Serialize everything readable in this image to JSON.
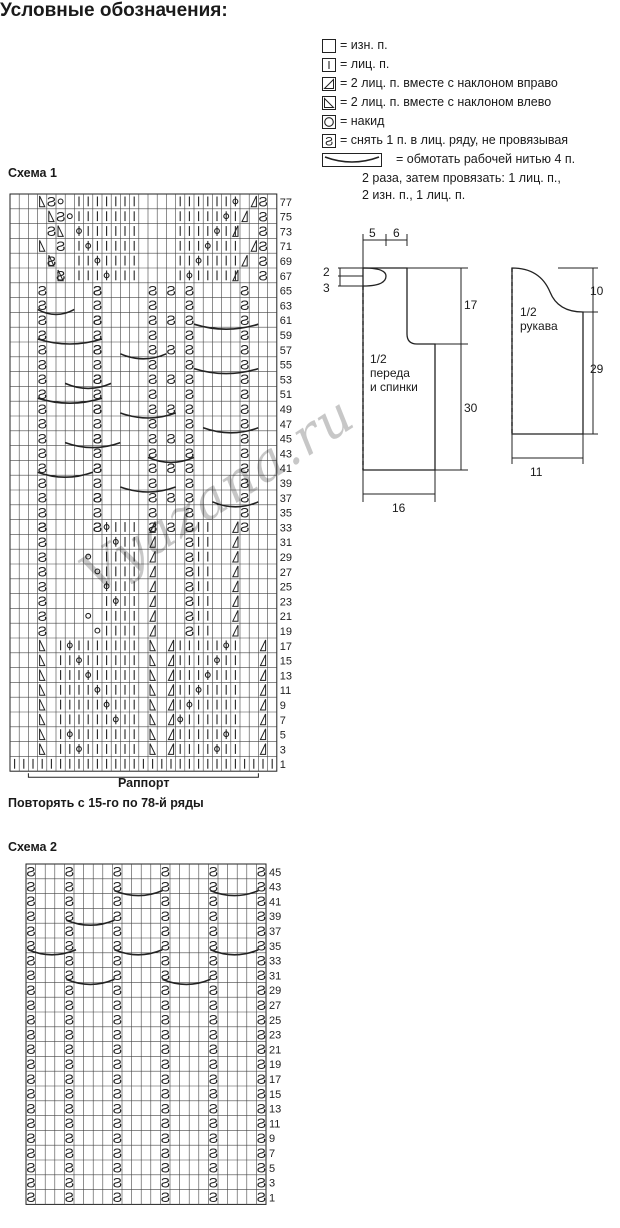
{
  "legend": {
    "title": "Условные обозначения:",
    "items": [
      {
        "symbol": "empty",
        "text": "= изн. п."
      },
      {
        "symbol": "knit",
        "text": "= лиц. п."
      },
      {
        "symbol": "k2tog-right",
        "text": "= 2 лиц. п. вместе с наклоном вправо"
      },
      {
        "symbol": "k2tog-left",
        "text": "= 2 лиц. п. вместе с наклоном влево"
      },
      {
        "symbol": "yarn-over",
        "text": "= накид"
      },
      {
        "symbol": "slip",
        "text": "= снять 1 п. в лиц. ряду, не провязывая"
      },
      {
        "symbol": "wrap",
        "text": "= обмотать рабочей нитью 4 п."
      }
    ],
    "wrap_continuation": [
      "2 раза, затем провязать: 1 лиц. п.,",
      "2 изн. п., 1 лиц. п."
    ]
  },
  "scheme1": {
    "title": "Схема 1",
    "rapport_label": "Раппорт",
    "repeat_note": "Повторять с 15-го по 78-й ряды",
    "row_labels": [
      "77",
      "75",
      "73",
      "71",
      "69",
      "67",
      "65",
      "63",
      "61",
      "59",
      "57",
      "55",
      "53",
      "51",
      "49",
      "47",
      "45",
      "43",
      "41",
      "39",
      "37",
      "35",
      "33",
      "31",
      "29",
      "27",
      "25",
      "23",
      "21",
      "19",
      "17",
      "15",
      "13",
      "11",
      "9",
      "7",
      "5",
      "3",
      "1"
    ]
  },
  "scheme2": {
    "title": "Схема 2",
    "row_labels": [
      "45",
      "43",
      "41",
      "39",
      "37",
      "35",
      "33",
      "31",
      "29",
      "27",
      "25",
      "23",
      "21",
      "19",
      "17",
      "15",
      "13",
      "11",
      "9",
      "7",
      "5",
      "3",
      "1"
    ]
  },
  "pattern_front": {
    "label": [
      "1/2",
      "переда",
      "и спинки"
    ],
    "dims": {
      "top_a": "5",
      "top_b": "6",
      "left_a": "2",
      "left_b": "3",
      "armhole": "17",
      "body": "30",
      "width": "16"
    }
  },
  "pattern_sleeve": {
    "label": [
      "1/2",
      "рукава"
    ],
    "dims": {
      "cap": "10",
      "length": "29",
      "width": "11"
    }
  },
  "watermark": "Vyazana.ru"
}
